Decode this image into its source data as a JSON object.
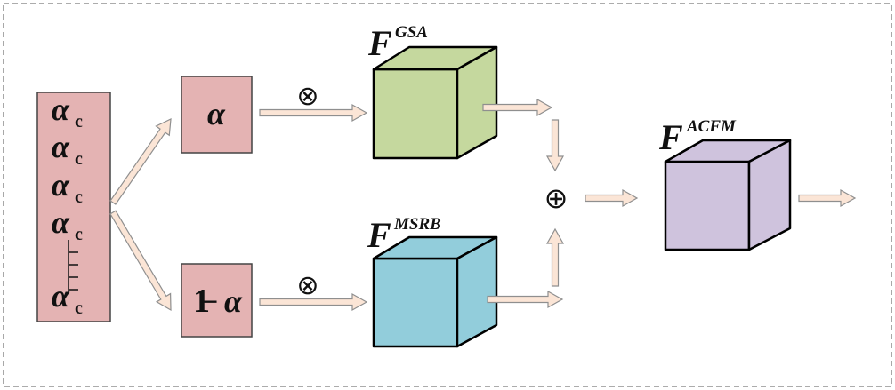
{
  "colors": {
    "border": "#7a7a7a",
    "pink_fill": "#e4b3b3",
    "green_fill": "#c5d89e",
    "blue_fill": "#92cddb",
    "purple_fill": "#cfc3dd",
    "arrow_fill": "#fbe5d6",
    "arrow_stroke": "#8f8f8f"
  },
  "input_stack": {
    "symbol": "α",
    "subscript": "c"
  },
  "alpha_box": {
    "label": "α"
  },
  "one_minus_alpha_box": {
    "one": "1",
    "minus": "−",
    "alpha": "α"
  },
  "operators": {
    "multiply": "⊗",
    "add": "⊕"
  },
  "blocks": {
    "gsa": {
      "base": "F",
      "superscript": "GSA"
    },
    "msrb": {
      "base": "F",
      "superscript": "MSRB"
    },
    "acfm": {
      "base": "F",
      "superscript": "ACFM"
    }
  }
}
